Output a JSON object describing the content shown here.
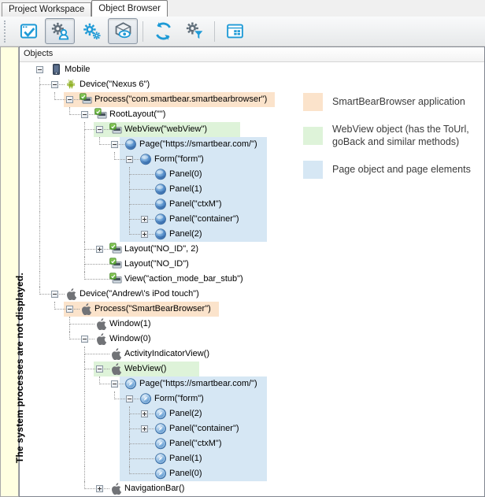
{
  "tabs": [
    {
      "label": "Project Workspace",
      "active": false
    },
    {
      "label": "Object Browser",
      "active": true
    }
  ],
  "toolbar": {
    "buttons": [
      {
        "name": "view-options-button",
        "icon": "window-check-icon",
        "pressed": false
      },
      {
        "name": "show-processes-button",
        "icon": "gears-user-icon",
        "pressed": true
      },
      {
        "name": "settings-button",
        "icon": "gears-icon",
        "pressed": false
      },
      {
        "name": "highlight-object-button",
        "icon": "cube-eye-icon",
        "pressed": true
      },
      {
        "name": "separator"
      },
      {
        "name": "refresh-button",
        "icon": "refresh-icon",
        "pressed": false
      },
      {
        "name": "filter-settings-button",
        "icon": "gear-filter-icon",
        "pressed": false
      },
      {
        "name": "separator"
      },
      {
        "name": "show-panel-button",
        "icon": "window-panel-icon",
        "pressed": false
      }
    ]
  },
  "sidebar_note": "The system processes are not displayed.",
  "tree": {
    "header": "Objects",
    "rows": [
      {
        "level": 0,
        "expander": "minus",
        "icon": "mobile",
        "label": "Mobile",
        "highlight": null,
        "block": null
      },
      {
        "level": 1,
        "expander": "minus",
        "icon": "android",
        "label": "Device(\"Nexus 6\")",
        "highlight": null,
        "block": null
      },
      {
        "level": 2,
        "expander": "minus",
        "icon": "android-view",
        "label": "Process(\"com.smartbear.smartbearbrowser\")",
        "highlight": "orange",
        "block": null
      },
      {
        "level": 3,
        "expander": "minus",
        "icon": "android-view",
        "label": "RootLayout(\"\")",
        "highlight": null,
        "block": null
      },
      {
        "level": 4,
        "expander": "minus",
        "icon": "android-view",
        "label": "WebView(\"webView\")",
        "highlight": "green",
        "block": null
      },
      {
        "level": 5,
        "expander": "minus",
        "icon": "chrome",
        "label": "Page(\"https://smartbear.com/\")",
        "highlight": null,
        "block": "a"
      },
      {
        "level": 6,
        "expander": "minus",
        "icon": "chrome",
        "label": "Form(\"form\")",
        "highlight": null,
        "block": "a"
      },
      {
        "level": 7,
        "expander": "none",
        "icon": "chrome",
        "label": "Panel(0)",
        "highlight": null,
        "block": "a"
      },
      {
        "level": 7,
        "expander": "none",
        "icon": "chrome",
        "label": "Panel(1)",
        "highlight": null,
        "block": "a"
      },
      {
        "level": 7,
        "expander": "none",
        "icon": "chrome",
        "label": "Panel(\"ctxM\")",
        "highlight": null,
        "block": "a"
      },
      {
        "level": 7,
        "expander": "plus",
        "icon": "chrome",
        "label": "Panel(\"container\")",
        "highlight": null,
        "block": "a"
      },
      {
        "level": 7,
        "expander": "plus",
        "icon": "chrome",
        "label": "Panel(2)",
        "highlight": null,
        "block": "a"
      },
      {
        "level": 4,
        "expander": "plus",
        "icon": "android-view",
        "label": "Layout(\"NO_ID\", 2)",
        "highlight": null,
        "block": null
      },
      {
        "level": 4,
        "expander": "none",
        "icon": "android-view",
        "label": "Layout(\"NO_ID\")",
        "highlight": null,
        "block": null
      },
      {
        "level": 4,
        "expander": "none",
        "icon": "android-view",
        "label": "View(\"action_mode_bar_stub\")",
        "highlight": null,
        "block": null
      },
      {
        "level": 1,
        "expander": "minus",
        "icon": "apple",
        "label": "Device(\"Andrew\\'s iPod touch\")",
        "highlight": null,
        "block": null
      },
      {
        "level": 2,
        "expander": "minus",
        "icon": "apple",
        "label": "Process(\"SmartBearBrowser\")",
        "highlight": "orange",
        "block": null
      },
      {
        "level": 3,
        "expander": "none",
        "icon": "apple",
        "label": "Window(1)",
        "highlight": null,
        "block": null
      },
      {
        "level": 3,
        "expander": "minus",
        "icon": "apple",
        "label": "Window(0)",
        "highlight": null,
        "block": null
      },
      {
        "level": 4,
        "expander": "none",
        "icon": "apple",
        "label": "ActivityIndicatorView()",
        "highlight": null,
        "block": null
      },
      {
        "level": 4,
        "expander": "minus",
        "icon": "apple",
        "label": "WebView()",
        "highlight": "green",
        "block": null
      },
      {
        "level": 5,
        "expander": "minus",
        "icon": "safari",
        "label": "Page(\"https://smartbear.com/\")",
        "highlight": null,
        "block": "b"
      },
      {
        "level": 6,
        "expander": "minus",
        "icon": "safari",
        "label": "Form(\"form\")",
        "highlight": null,
        "block": "b"
      },
      {
        "level": 7,
        "expander": "plus",
        "icon": "safari",
        "label": "Panel(2)",
        "highlight": null,
        "block": "b"
      },
      {
        "level": 7,
        "expander": "plus",
        "icon": "safari",
        "label": "Panel(\"container\")",
        "highlight": null,
        "block": "b"
      },
      {
        "level": 7,
        "expander": "none",
        "icon": "safari",
        "label": "Panel(\"ctxM\")",
        "highlight": null,
        "block": "b"
      },
      {
        "level": 7,
        "expander": "none",
        "icon": "safari",
        "label": "Panel(1)",
        "highlight": null,
        "block": "b"
      },
      {
        "level": 7,
        "expander": "none",
        "icon": "safari",
        "label": "Panel(0)",
        "highlight": null,
        "block": "b"
      },
      {
        "level": 4,
        "expander": "plus",
        "icon": "apple",
        "label": "NavigationBar()",
        "highlight": null,
        "block": null
      }
    ]
  },
  "legend": [
    {
      "color": "#fbe3cb",
      "text": "SmartBearBrowser application"
    },
    {
      "color": "#def3d9",
      "text": "WebView object (has the ToUrl, goBack and similar methods)"
    },
    {
      "color": "#d6e7f4",
      "text": "Page object and page elements"
    }
  ],
  "colors": {
    "accent_blue": "#1e9ad6",
    "icon_gray": "#5f6d79",
    "highlight_orange": "#fbe3cb",
    "highlight_green": "#def3d9",
    "highlight_blue": "#d6e7f4"
  }
}
